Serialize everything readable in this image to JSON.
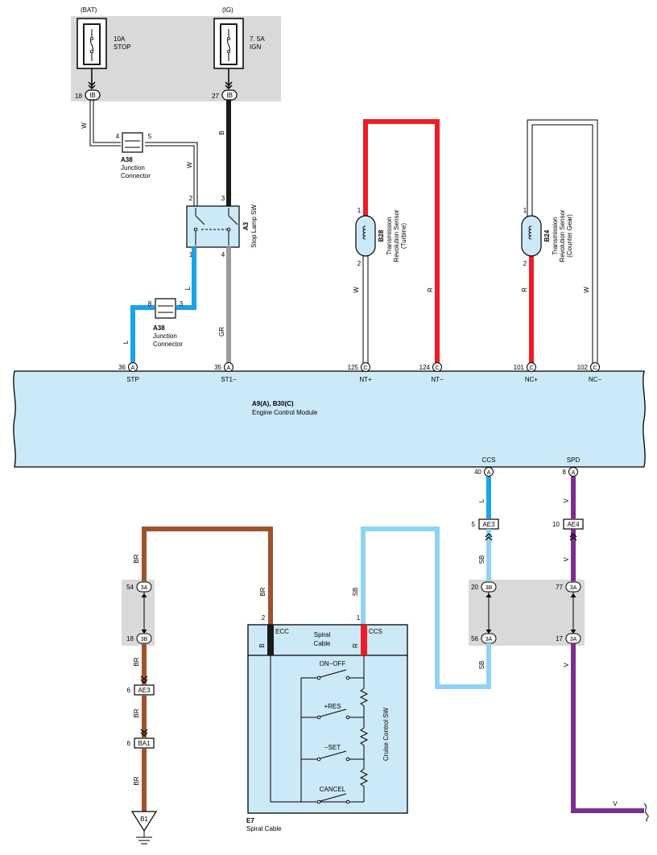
{
  "colors": {
    "fuse_box_bg": "#d9d9d9",
    "ecm_bg": "#cce9f8",
    "wire_red": "#ee1c25",
    "wire_black": "#1a1a1a",
    "wire_gray": "#9c9c9c",
    "wire_blue": "#1aa3e6",
    "wire_lightblue": "#8fd3f4",
    "wire_brown": "#a0522d",
    "wire_violet": "#7a2e8e"
  },
  "fuses": [
    {
      "source": "(BAT)",
      "amp": "10A",
      "name": "STOP",
      "pin": "18",
      "connector": "IB"
    },
    {
      "source": "(IG)",
      "amp": "7. 5A",
      "name": "IGN",
      "pin": "27",
      "connector": "IB"
    }
  ],
  "junction_connector": {
    "code": "A38",
    "line1": "Junction",
    "line2": "Connector",
    "pins_top": [
      "4",
      "5"
    ],
    "pins_bottom": [
      "8",
      "3"
    ]
  },
  "stop_lamp_sw": {
    "code": "A3",
    "name": "Stop Lamp SW",
    "pins": [
      "2",
      "3",
      "1",
      "4"
    ]
  },
  "sensor_turbine": {
    "code": "B28",
    "line1": "Transmission",
    "line2": "Revolution Sensor",
    "line3": "(Turbine)",
    "pins": [
      "1",
      "2"
    ]
  },
  "sensor_counter": {
    "code": "B24",
    "line1": "Transmission",
    "line2": "Revolution Sensor",
    "line3": "(Counter Gear)",
    "pins": [
      "1",
      "2"
    ]
  },
  "wire_colors": {
    "W": "W",
    "B": "B",
    "L": "L",
    "GR": "GR",
    "R": "R",
    "SB": "SB",
    "V": "V",
    "BR": "BR"
  },
  "ecm": {
    "title1": "A9(A), B30(C)",
    "title2": "Engine Control Module",
    "top_terminals": [
      {
        "pin": "36",
        "conn": "A",
        "name": "STP"
      },
      {
        "pin": "35",
        "conn": "A",
        "name": "ST1−"
      },
      {
        "pin": "125",
        "conn": "C",
        "name": "NT+"
      },
      {
        "pin": "124",
        "conn": "C",
        "name": "NT−"
      },
      {
        "pin": "101",
        "conn": "C",
        "name": "NC+"
      },
      {
        "pin": "102",
        "conn": "C",
        "name": "NC−"
      }
    ],
    "bottom_terminals": [
      {
        "pin": "40",
        "conn": "A",
        "name": "CCS"
      },
      {
        "pin": "8",
        "conn": "A",
        "name": "SPD"
      }
    ]
  },
  "connectors": {
    "ae3_top": {
      "pin": "5",
      "label": "AE3"
    },
    "ae4": {
      "pin": "10",
      "label": "AE4"
    },
    "j_20": {
      "pin": "20",
      "label": "3B"
    },
    "j_77": {
      "pin": "77",
      "label": "3A"
    },
    "j_56": {
      "pin": "56",
      "label": "3A"
    },
    "j_17": {
      "pin": "17",
      "label": "3A"
    },
    "j_54": {
      "pin": "54",
      "label": "3A"
    },
    "j_18": {
      "pin": "18",
      "label": "3B"
    },
    "ae3_left": {
      "pin": "6",
      "label": "AE3"
    },
    "ba1": {
      "pin": "6",
      "label": "BA1"
    },
    "ground": {
      "label": "B1"
    }
  },
  "spiral": {
    "pin_left": "2",
    "pin_right": "1",
    "term_left": "ECC",
    "term_right": "CCS",
    "label1": "Spiral",
    "label2": "Cable",
    "switches": [
      "ON−OFF",
      "+RES",
      "−SET",
      "CANCEL"
    ],
    "sw_name": "Cruise Control SW",
    "code": "E7",
    "name": "Spiral Cable"
  }
}
